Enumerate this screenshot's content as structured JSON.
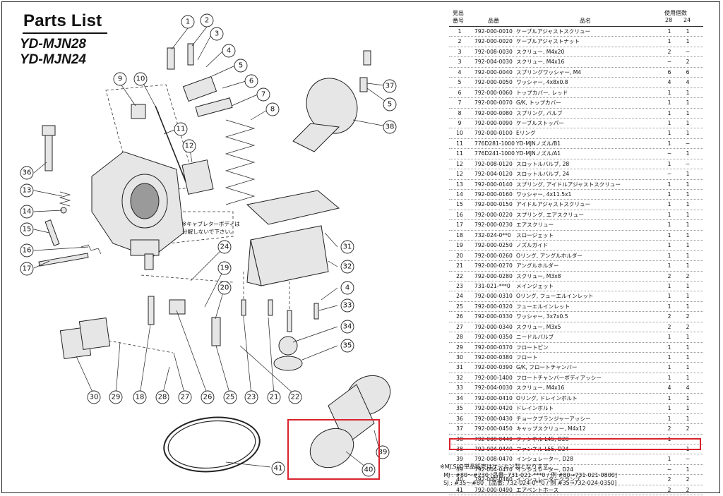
{
  "title": "Parts List",
  "models": [
    "YD-MJN28",
    "YD-MJN24"
  ],
  "note": "※キャブレターボディは\n分解しないで下さい。",
  "callouts": [
    "1",
    "2",
    "3",
    "4",
    "5",
    "6",
    "7",
    "8",
    "9",
    "10",
    "11",
    "12",
    "13",
    "14",
    "15",
    "16",
    "17",
    "18",
    "19",
    "20",
    "21",
    "22",
    "23",
    "24",
    "25",
    "26",
    "27",
    "28",
    "29",
    "30",
    "31",
    "32",
    "33",
    "34",
    "35",
    "36",
    "37",
    "38",
    "39",
    "40",
    "41",
    "4",
    "5"
  ],
  "table": {
    "headers": {
      "no_line1": "見出",
      "no_line2": "番号",
      "part_number": "品番",
      "name": "品名",
      "qty": "使用個数",
      "col28": "28",
      "col24": "24"
    },
    "rows": [
      {
        "no": "1",
        "pn": "792-000-0010",
        "name": "ケーブルアジャストスクリュー",
        "q28": "1",
        "q24": "1"
      },
      {
        "no": "2",
        "pn": "792-000-0020",
        "name": "ケーブルアジャストナット",
        "q28": "1",
        "q24": "1"
      },
      {
        "no": "3",
        "pn": "792-008-0030",
        "name": "スクリュー, M4x20",
        "q28": "2",
        "q24": "−"
      },
      {
        "no": "3",
        "pn": "792-004-0030",
        "name": "スクリュー, M4x16",
        "q28": "−",
        "q24": "2"
      },
      {
        "no": "4",
        "pn": "792-000-0040",
        "name": "スプリングワッシャー, M4",
        "q28": "6",
        "q24": "6"
      },
      {
        "no": "5",
        "pn": "792-000-0050",
        "name": "ワッシャー, 4x8x0.8",
        "q28": "4",
        "q24": "4"
      },
      {
        "no": "6",
        "pn": "792-000-0060",
        "name": "トップカバー, レッド",
        "q28": "1",
        "q24": "1"
      },
      {
        "no": "7",
        "pn": "792-000-0070",
        "name": "G/K, トップカバー",
        "q28": "1",
        "q24": "1"
      },
      {
        "no": "8",
        "pn": "792-000-0080",
        "name": "スプリング, バルブ",
        "q28": "1",
        "q24": "1"
      },
      {
        "no": "9",
        "pn": "792-000-0090",
        "name": "ケーブルストッパー",
        "q28": "1",
        "q24": "1"
      },
      {
        "no": "10",
        "pn": "792-000-0100",
        "name": "Eリング",
        "q28": "1",
        "q24": "1"
      },
      {
        "no": "11",
        "pn": "776D281-1000",
        "name": "YD-MJNノズル/B1",
        "q28": "1",
        "q24": "−"
      },
      {
        "no": "11",
        "pn": "776D241-1000",
        "name": "YD-MJNノズル/A1",
        "q28": "−",
        "q24": "1"
      },
      {
        "no": "12",
        "pn": "792-008-0120",
        "name": "スロットルバルブ, 28",
        "q28": "1",
        "q24": "−"
      },
      {
        "no": "12",
        "pn": "792-004-0120",
        "name": "スロットルバルブ, 24",
        "q28": "−",
        "q24": "1"
      },
      {
        "no": "13",
        "pn": "792-000-0140",
        "name": "スプリング, アイドルアジャストスクリュー",
        "q28": "1",
        "q24": "1"
      },
      {
        "no": "14",
        "pn": "792-000-0160",
        "name": "ワッシャー, 4x11.5x1",
        "q28": "1",
        "q24": "1"
      },
      {
        "no": "15",
        "pn": "792-000-0150",
        "name": "アイドルアジャストスクリュー",
        "q28": "1",
        "q24": "1"
      },
      {
        "no": "16",
        "pn": "792-000-0220",
        "name": "スプリング, エアスクリュー",
        "q28": "1",
        "q24": "1"
      },
      {
        "no": "17",
        "pn": "792-000-0230",
        "name": "エアスクリュー",
        "q28": "1",
        "q24": "1"
      },
      {
        "no": "18",
        "pn": "732-024-0**0",
        "name": "スロージェット",
        "q28": "1",
        "q24": "1"
      },
      {
        "no": "19",
        "pn": "792-000-0250",
        "name": "ノズルガイド",
        "q28": "1",
        "q24": "1"
      },
      {
        "no": "20",
        "pn": "792-000-0260",
        "name": "Oリング, アングルホルダー",
        "q28": "1",
        "q24": "1"
      },
      {
        "no": "21",
        "pn": "792-000-0270",
        "name": "アングルホルダー",
        "q28": "1",
        "q24": "1"
      },
      {
        "no": "22",
        "pn": "792-000-0280",
        "name": "スクリュー, M3x8",
        "q28": "2",
        "q24": "2"
      },
      {
        "no": "23",
        "pn": "731-021-***0",
        "name": "メインジェット",
        "q28": "1",
        "q24": "1"
      },
      {
        "no": "24",
        "pn": "792-000-0310",
        "name": "Oリング, フューエルインレット",
        "q28": "1",
        "q24": "1"
      },
      {
        "no": "25",
        "pn": "792-000-0320",
        "name": "フューエルインレット",
        "q28": "1",
        "q24": "1"
      },
      {
        "no": "26",
        "pn": "792-000-0330",
        "name": "ワッシャー, 3x7x0.5",
        "q28": "2",
        "q24": "2"
      },
      {
        "no": "27",
        "pn": "792-000-0340",
        "name": "スクリュー, M3x5",
        "q28": "2",
        "q24": "2"
      },
      {
        "no": "28",
        "pn": "792-000-0350",
        "name": "ニードルバルブ",
        "q28": "1",
        "q24": "1"
      },
      {
        "no": "29",
        "pn": "792-000-0370",
        "name": "フロートピン",
        "q28": "1",
        "q24": "1"
      },
      {
        "no": "30",
        "pn": "792-000-0380",
        "name": "フロート",
        "q28": "1",
        "q24": "1"
      },
      {
        "no": "31",
        "pn": "792-000-0390",
        "name": "G/K, フロートチャンバー",
        "q28": "1",
        "q24": "1"
      },
      {
        "no": "32",
        "pn": "792-000-1400",
        "name": "フロートチャンバーボディアッシー",
        "q28": "1",
        "q24": "1"
      },
      {
        "no": "33",
        "pn": "792-004-0030",
        "name": "スクリュー, M4x16",
        "q28": "4",
        "q24": "4"
      },
      {
        "no": "34",
        "pn": "792-000-0410",
        "name": "Oリング, ドレインボルト",
        "q28": "1",
        "q24": "1"
      },
      {
        "no": "35",
        "pn": "792-000-0420",
        "name": "ドレインボルト",
        "q28": "1",
        "q24": "1"
      },
      {
        "no": "36",
        "pn": "792-000-0430",
        "name": "チョークプランジャーアッシー",
        "q28": "1",
        "q24": "1"
      },
      {
        "no": "37",
        "pn": "792-000-0450",
        "name": "キャップスクリュー, M4x12",
        "q28": "2",
        "q24": "2"
      },
      {
        "no": "38",
        "pn": "792-008-0440",
        "name": "ファンネル L45, D28",
        "q28": "1",
        "q24": "−"
      },
      {
        "no": "38",
        "pn": "792-004-0440",
        "name": "ファンネル L55, D24",
        "q28": "−",
        "q24": "1"
      },
      {
        "no": "39",
        "pn": "792-008-0470",
        "name": "インシュレーター, D28",
        "q28": "1",
        "q24": "−"
      },
      {
        "no": "39",
        "pn": "792-004-0470",
        "name": "インシュレーター, D24",
        "q28": "−",
        "q24": "1"
      },
      {
        "no": "40",
        "pn": "792-000-0480",
        "name": "インシュレータークランプ",
        "q28": "2",
        "q24": "2"
      },
      {
        "no": "41",
        "pn": "792-000-0490",
        "name": "エアベントホース",
        "q28": "2",
        "q24": "2"
      }
    ]
  },
  "footnote": {
    "line1": "※MJ,SJの単品販売はケーヒン製となります。",
    "line2": "  MJ : #80〜#230 [品番: 731-021-***0 / 例 #80→731-021-0800]",
    "line3": "  SJ : #35〜#80   [品番: 732-024-0**0 / 例 #35→732-024-0350]"
  },
  "highlight_color": "#d9232d"
}
